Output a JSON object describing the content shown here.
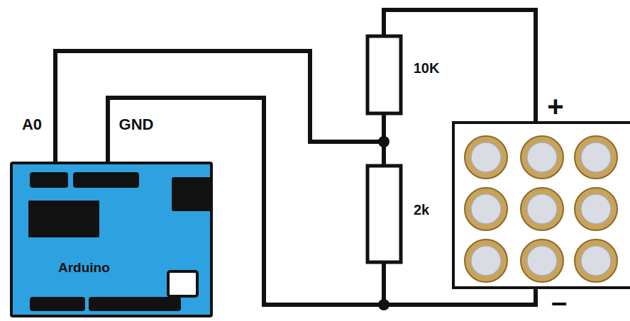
{
  "diagram": {
    "nodes": [
      {
        "text": [
          "Arduino"
        ]
      }
    ],
    "labels": [
      "A0",
      "GND",
      "10K",
      "2k",
      "+",
      "–"
    ]
  }
}
